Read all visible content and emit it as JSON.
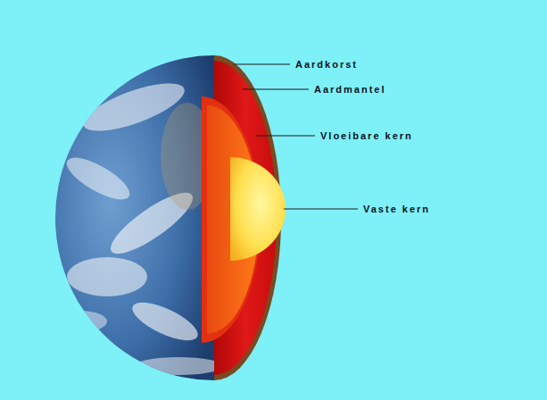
{
  "diagram": {
    "labels": [
      "Aardkorst",
      "Aardmantel",
      "Vloeibare kern",
      "Vaste kern"
    ]
  }
}
